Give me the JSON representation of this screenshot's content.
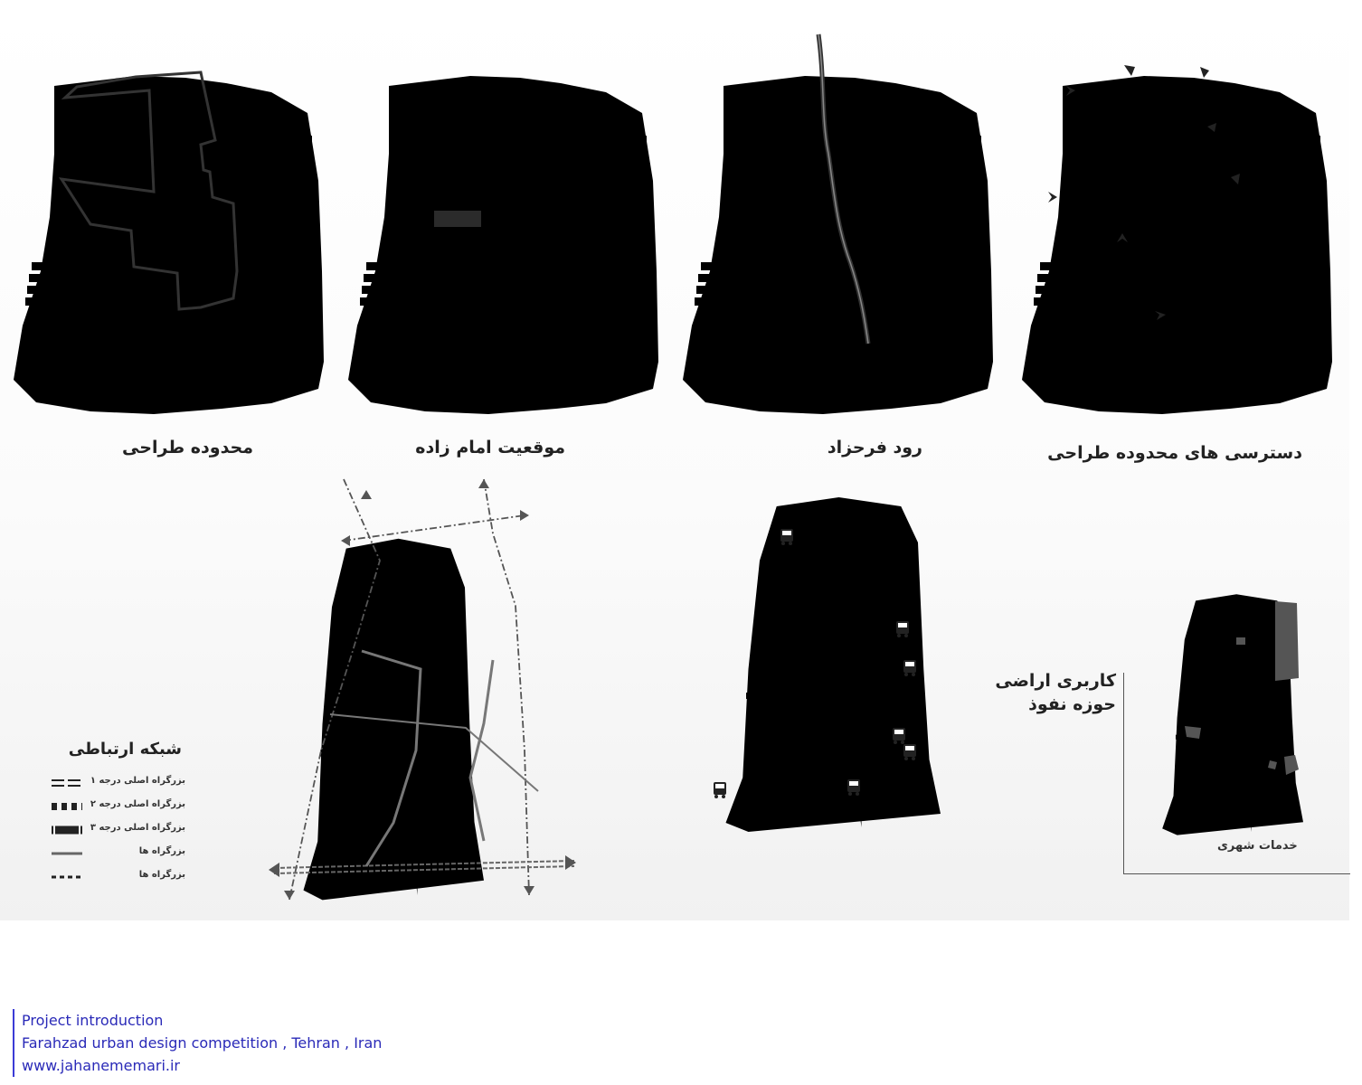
{
  "diagrams": {
    "design_boundary": {
      "title": "محدوده طراحی"
    },
    "imamzadeh_location": {
      "title": "موقعیت امام زاده"
    },
    "farahzad_river": {
      "title": "رود فرحزاد"
    },
    "site_access": {
      "title": "دسترسی های محدوده طراحی"
    },
    "transport_infra": {
      "title_line1": "زیرساخت های شبکه حمل و نقل عمومی",
      "title_line2": "شبکه اتوبوس تندرو"
    },
    "land_use": {
      "title_line1": "کاربری اراضی",
      "title_line2": "حوزه نفوذ",
      "caption": "خدمات شهری"
    }
  },
  "legend": {
    "title": "شبکه ارتباطی",
    "items": [
      {
        "label": "بزرگراه اصلی درجه ۱",
        "symbol": "double-dash"
      },
      {
        "label": "بزرگراه اصلی درجه ۲",
        "symbol": "thick-dash"
      },
      {
        "label": "بزرگراه اصلی درجه ۳",
        "symbol": "heavy-dash"
      },
      {
        "label": "بزرگراه ها",
        "symbol": "solid"
      },
      {
        "label": "بزرگراه ها",
        "symbol": "dotted"
      }
    ]
  },
  "footer": {
    "line1": "Project introduction",
    "line2": "Farahzad urban design competition , Tehran , Iran",
    "line3": "www.jahanememari.ir"
  },
  "colors": {
    "footer_text": "#2a2ab8",
    "footer_rule": "#3b3bd6",
    "line_dark": "#333333",
    "map_line": "#8a8a8a"
  }
}
